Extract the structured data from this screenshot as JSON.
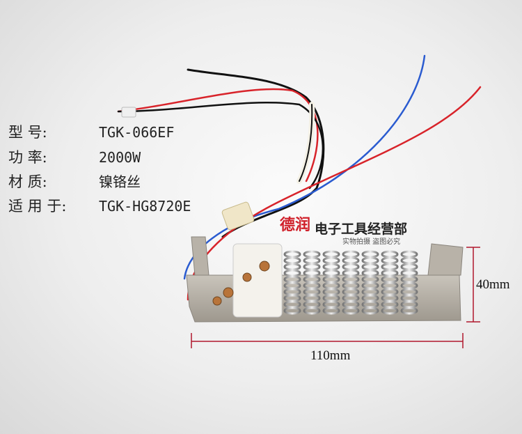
{
  "specs": [
    {
      "key": "型      号:",
      "value": "TGK-066EF"
    },
    {
      "key": "功      率:",
      "value": "2000W"
    },
    {
      "key": "材      质:",
      "value": "镍铬丝"
    },
    {
      "key": "适  用  于:",
      "value": "TGK-HG8720E"
    }
  ],
  "watermark": {
    "logo_char": "德润",
    "name": "电子工具经营部",
    "tagline": "实物拍摄 盗图必究"
  },
  "dimensions": {
    "height_label": "40mm",
    "width_label": "110mm"
  },
  "colors": {
    "dimension_line": "#b0172c",
    "wire_red": "#d8232a",
    "wire_blue": "#2a5bd0",
    "wire_black": "#111111",
    "brand_red": "#d0202a"
  }
}
